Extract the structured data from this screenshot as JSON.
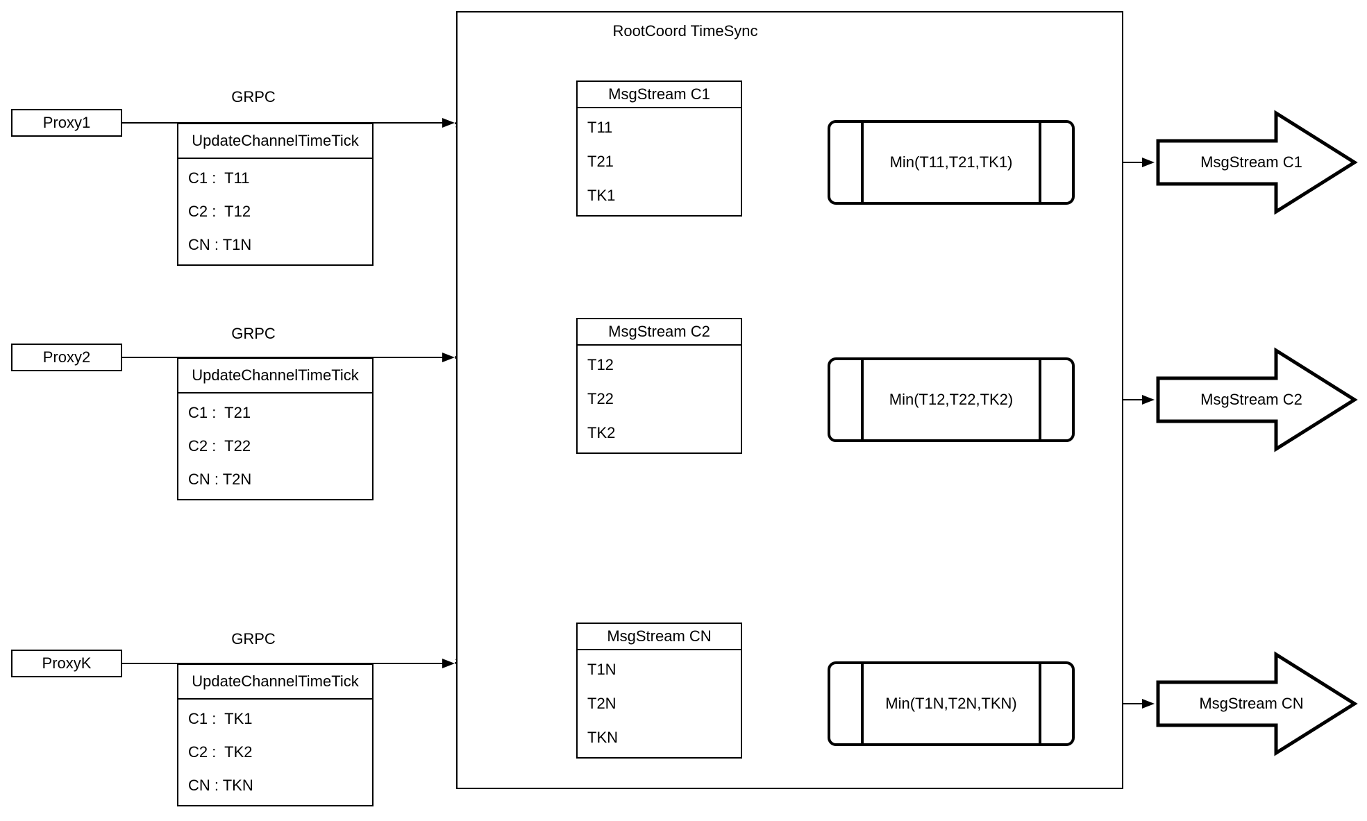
{
  "colors": {
    "stroke": "#000000",
    "background": "#ffffff"
  },
  "diagram": {
    "container_title": "RootCoord TimeSync",
    "grpc_label": "GRPC",
    "proxies": [
      {
        "name": "Proxy1",
        "table_header": "UpdateChannelTimeTick",
        "rows": [
          "C1 :  T11",
          "C2 :  T12",
          "CN : T1N"
        ]
      },
      {
        "name": "Proxy2",
        "table_header": "UpdateChannelTimeTick",
        "rows": [
          "C1 :  T21",
          "C2 :  T22",
          "CN : T2N"
        ]
      },
      {
        "name": "ProxyK",
        "table_header": "UpdateChannelTimeTick",
        "rows": [
          "C1 :  TK1",
          "C2 :  TK2",
          "CN : TKN"
        ]
      }
    ],
    "streams": [
      {
        "title": "MsgStream C1",
        "ticks": [
          "T11",
          "T21",
          "TK1"
        ],
        "min_label": "Min(T11,T21,TK1)",
        "output_label": "MsgStream C1"
      },
      {
        "title": "MsgStream C2",
        "ticks": [
          "T12",
          "T22",
          "TK2"
        ],
        "min_label": "Min(T12,T22,TK2)",
        "output_label": "MsgStream C2"
      },
      {
        "title": "MsgStream CN",
        "ticks": [
          "T1N",
          "T2N",
          "TKN"
        ],
        "min_label": "Min(T1N,T2N,TKN)",
        "output_label": "MsgStream CN"
      }
    ]
  }
}
